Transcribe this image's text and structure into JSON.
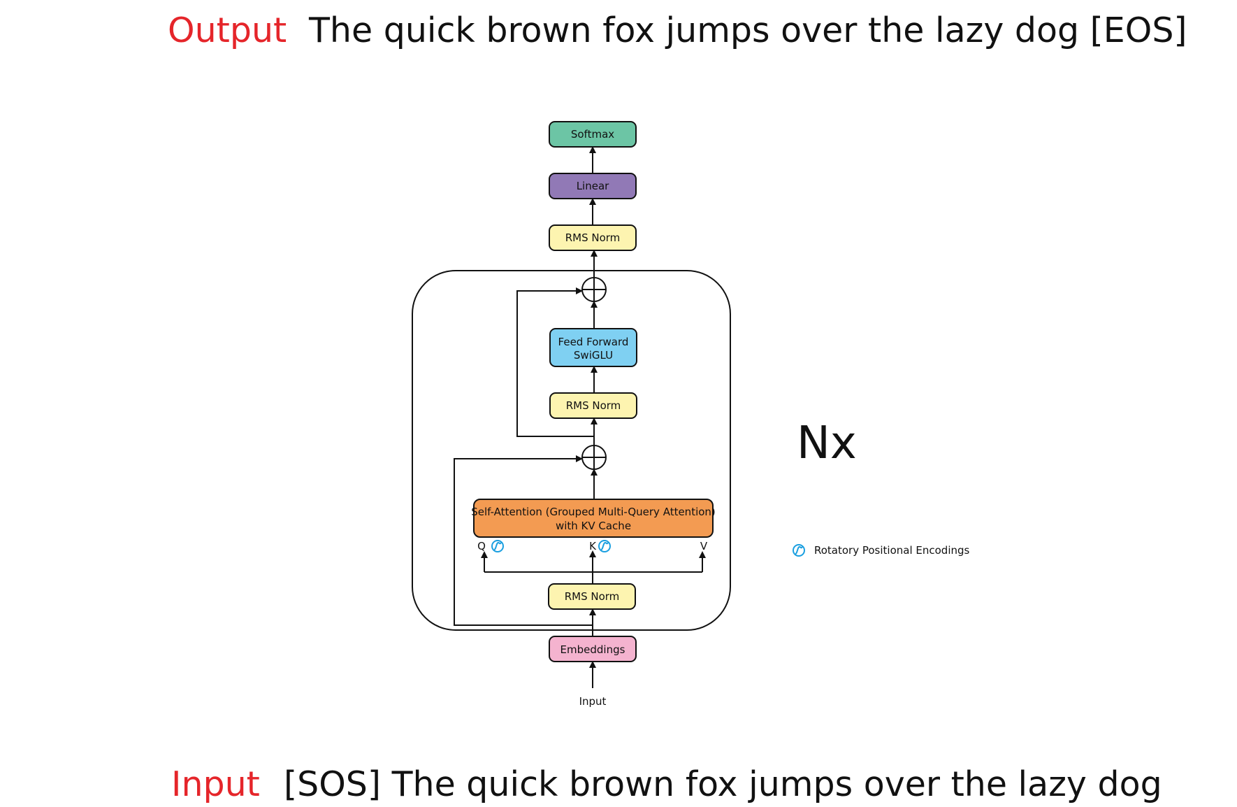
{
  "output": {
    "label": "Output",
    "text": "The quick brown fox jumps over the lazy dog [EOS]"
  },
  "input": {
    "label": "Input",
    "text": "[SOS] The quick brown fox jumps over the lazy dog"
  },
  "blocks": {
    "softmax": {
      "label": "Softmax",
      "color": "#6cc5a5"
    },
    "linear": {
      "label": "Linear",
      "color": "#9179b6"
    },
    "rms_norm_final": {
      "label": "RMS Norm",
      "color": "#fdf4b0"
    },
    "feed_forward": {
      "line1": "Feed Forward",
      "line2": "SwiGLU",
      "color": "#7fd0f2"
    },
    "rms_norm_ffn": {
      "label": "RMS Norm",
      "color": "#fdf4b0"
    },
    "self_attention": {
      "line1": "Self-Attention (Grouped Multi-Query Attention)",
      "line2": "with KV Cache",
      "color": "#f39b52"
    },
    "rms_norm_attn": {
      "label": "RMS Norm",
      "color": "#fdf4b0"
    },
    "embeddings": {
      "label": "Embeddings",
      "color": "#f4b3cf"
    }
  },
  "qkv": {
    "q": "Q",
    "k": "K",
    "v": "V"
  },
  "bottom_input": "Input",
  "repeat": "Nx",
  "legend": {
    "rope_icon": "rotary-positional-encoding-icon",
    "label": "Rotatory Positional Encodings"
  }
}
